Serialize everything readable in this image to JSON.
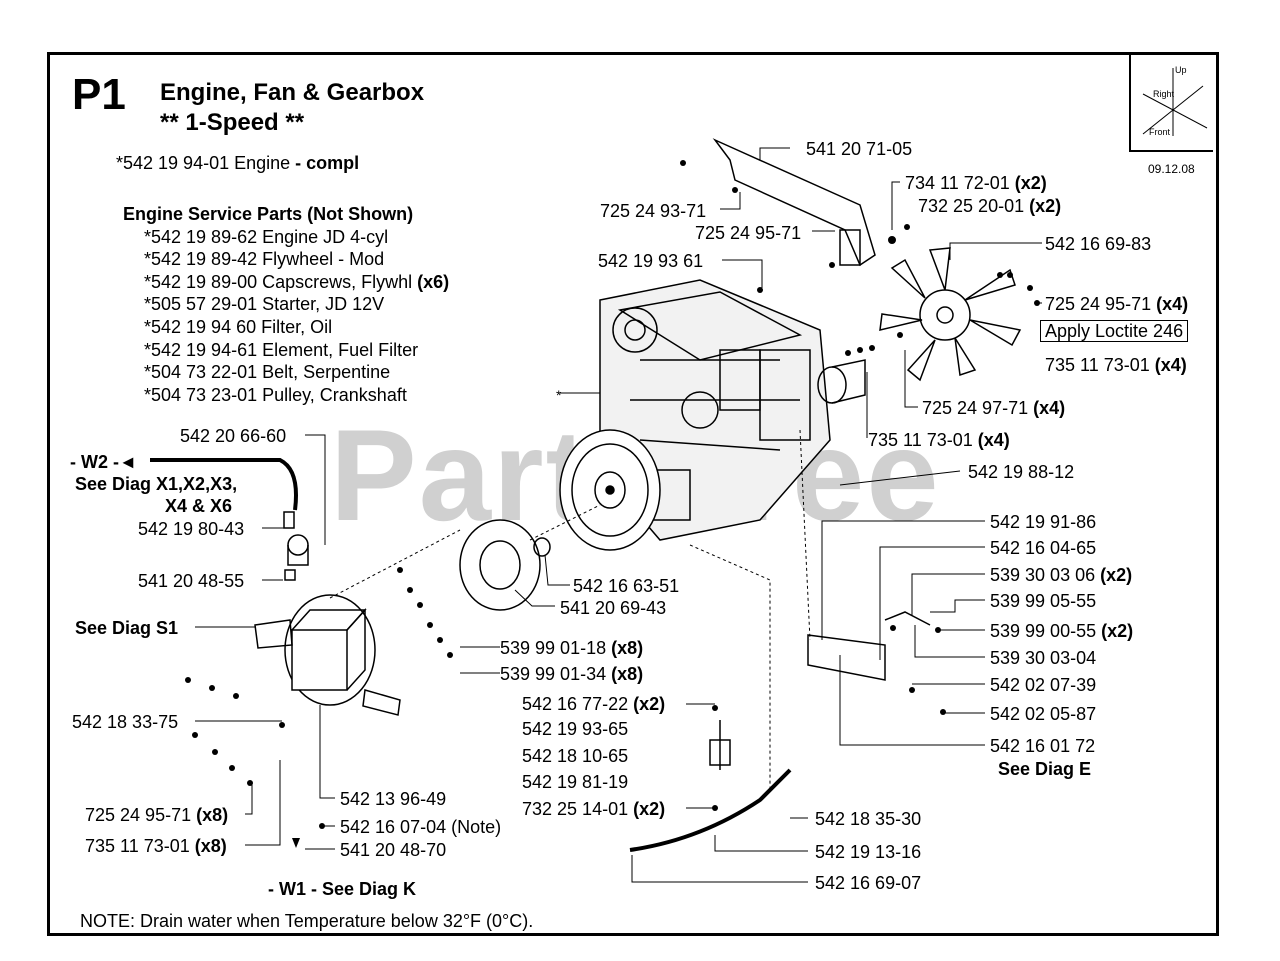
{
  "page_code": "P1",
  "title_line1": "Engine, Fan & Gearbox",
  "title_line2": "** 1-Speed **",
  "engine_complete": {
    "number": "*542 19 94-01 Engine",
    "suffix": "- compl"
  },
  "service_parts": {
    "heading": "Engine Service Parts (Not Shown)",
    "items": [
      {
        "text": "*542 19 89-62 Engine JD 4-cyl",
        "qty": ""
      },
      {
        "text": "*542 19 89-42 Flywheel - Mod",
        "qty": ""
      },
      {
        "text": "*542 19 89-00 Capscrews, Flywhl",
        "qty": "(x6)"
      },
      {
        "text": "*505 57 29-01 Starter, JD 12V",
        "qty": ""
      },
      {
        "text": "*542 19 94 60 Filter, Oil",
        "qty": ""
      },
      {
        "text": "*542 19 94-61 Element, Fuel Filter",
        "qty": ""
      },
      {
        "text": "*504 73 22-01 Belt, Serpentine",
        "qty": ""
      },
      {
        "text": "*504 73 23-01 Pulley, Crankshaft",
        "qty": ""
      }
    ]
  },
  "compass": {
    "date": "09.12.08",
    "up": "Up",
    "right": "Right",
    "front": "Front"
  },
  "watermark": "PartsTree",
  "engine_marker": "*",
  "left_labels": {
    "w2": "- W2 -◄",
    "see_x": "See Diag X1,X2,X3,",
    "see_x2": "X4 & X6",
    "p_542206660": "542 20 66-60",
    "p_542198043": "542 19 80-43",
    "p_541204855": "541 20 48-55",
    "see_s1": "See Diag S1",
    "p_542183375": "542 18 33-75",
    "p_725249571a": "725 24 95-71",
    "q_x8a": "(x8)",
    "p_735117301a": "735 11 73-01",
    "q_x8b": "(x8)",
    "p_542139649": "542 13 96-49",
    "p_542160704": "542 16 07-04 (Note)",
    "p_541204870": "541 20 48-70",
    "w1": "- W1 - See Diag K"
  },
  "center_labels": {
    "p_541207105": "541 20 71-05",
    "p_725249371": "725 24 93-71",
    "p_725249571": "725 24 95-71",
    "p_542199361": "542 19 93 61",
    "p_542166351": "542 16 63-51",
    "p_541206943": "541 20 69-43",
    "p_539990118": "539 99 01-18",
    "q_539990118": "(x8)",
    "p_539990134": "539 99 01-34",
    "q_539990134": "(x8)",
    "p_542167722": "542 16 77-22",
    "q_542167722": "(x2)",
    "p_542199365": "542 19 93-65",
    "p_542181065": "542 18 10-65",
    "p_542198119": "542 19 81-19",
    "p_732251401": "732 25 14-01",
    "q_732251401": "(x2)",
    "p_542183530": "542 18 35-30",
    "p_542191316": "542 19 13-16",
    "p_542166907": "542 16 69-07"
  },
  "right_labels": {
    "p_734117201": "734 11 72-01",
    "q_734117201": "(x2)",
    "p_732252001": "732 25 20-01",
    "q_732252001": "(x2)",
    "p_542166983": "542 16 69-83",
    "p_725249571b": "725 24 95-71",
    "q_725249571b": "(x4)",
    "loctite": "Apply Loctite 246",
    "p_735117301b": "735 11 73-01",
    "q_735117301b": "(x4)",
    "p_725249771": "725 24 97-71",
    "q_725249771": "(x4)",
    "p_735117301c": "735 11 73-01",
    "q_735117301c": "(x4)",
    "p_542198812": "542 19 88-12",
    "p_542199186": "542 19 91-86",
    "p_542160465": "542 16 04-65",
    "p_539300306": "539 30 03 06",
    "q_539300306": "(x2)",
    "p_539990555": "539 99 05-55",
    "p_539990055": "539 99 00-55",
    "q_539990055": "(x2)",
    "p_539300304": "539 30 03-04",
    "p_542020739": "542 02 07-39",
    "p_542020587": "542 02 05-87",
    "p_542160172": "542 16 01 72",
    "see_e": "See Diag E"
  },
  "note": "NOTE: Drain water when Temperature below 32°F (0°C)."
}
